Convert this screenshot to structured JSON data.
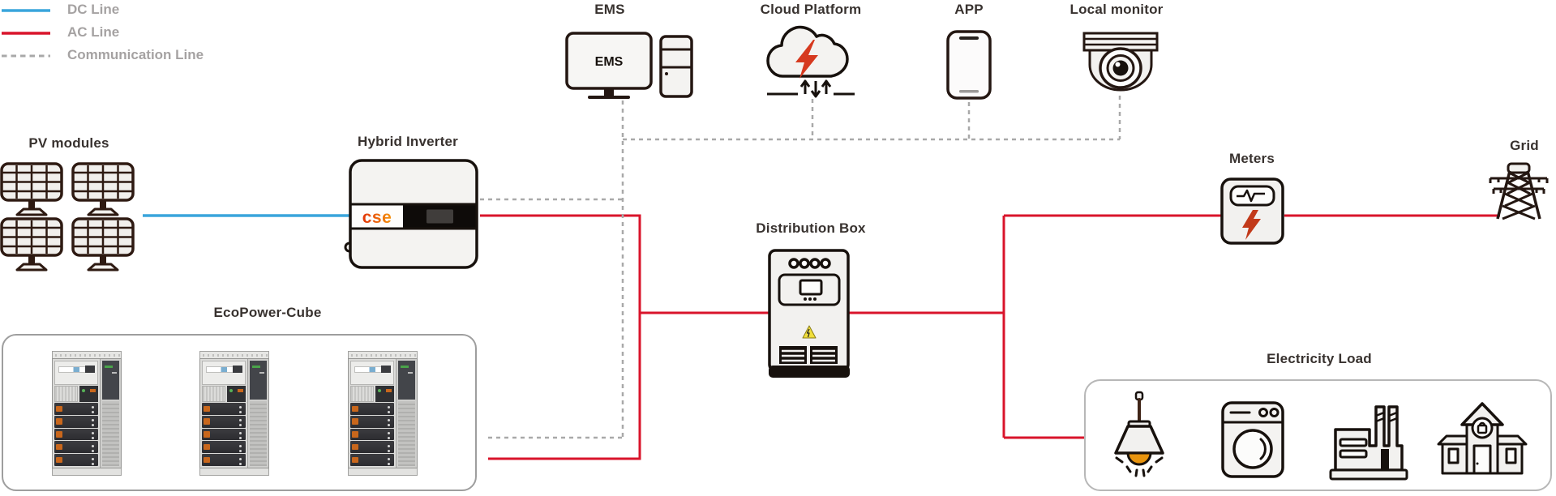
{
  "legend": {
    "dc_label": "DC Line",
    "ac_label": "AC Line",
    "comm_label": "Communication Line"
  },
  "colors": {
    "dc_line": "#3aa5dc",
    "ac_line": "#d9142b",
    "comm_line": "#a9a9a9",
    "outline": "#241712",
    "icon_fill": "#f2f1ef",
    "cse_orange_start": "#e23407",
    "cse_orange_end": "#f5930f",
    "cloud_bolt": "#d6391f",
    "meter_bolt": "#c23a1a",
    "lamp_bulb": "#e8940e",
    "warning_yellow": "#f1df3b",
    "legend_text": "#a5a2a2",
    "label_text": "#38322f"
  },
  "nodes": {
    "pv": {
      "label": "PV modules"
    },
    "inverter": {
      "label": "Hybrid Inverter",
      "brand": "cse"
    },
    "battery": {
      "label": "EcoPower-Cube"
    },
    "ems": {
      "label": "EMS",
      "screen_text": "EMS"
    },
    "cloud": {
      "label": "Cloud Platform"
    },
    "app": {
      "label": "APP"
    },
    "local_monitor": {
      "label": "Local monitor"
    },
    "distribution": {
      "label": "Distribution Box"
    },
    "meters": {
      "label": "Meters"
    },
    "grid": {
      "label": "Grid"
    },
    "load": {
      "label": "Electricity Load"
    }
  }
}
